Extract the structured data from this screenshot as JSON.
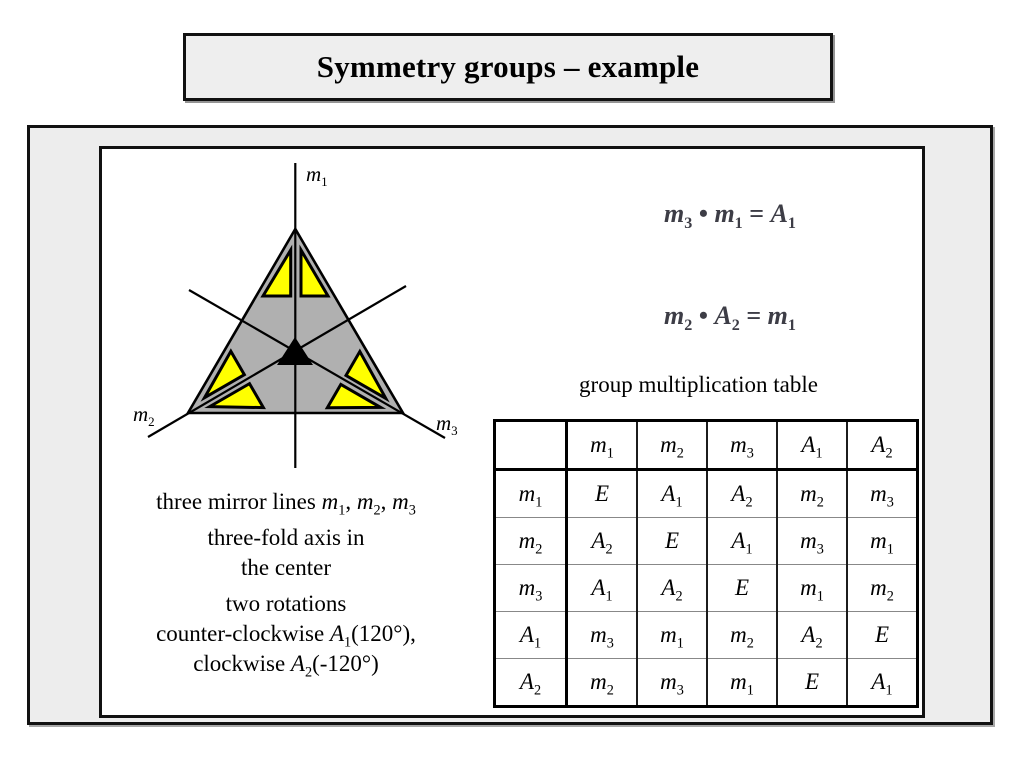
{
  "title": "Symmetry groups – example",
  "colors": {
    "panel_bg": "#ededed",
    "title_bg": "#eeeeee",
    "triangle_gray": "#b0b0b0",
    "motif_yellow": "#ffff00",
    "equation_ink": "#3d3d46",
    "border_ink": "#111111"
  },
  "diagram": {
    "labels": [
      "m_1",
      "m_2",
      "m_3"
    ]
  },
  "equations": [
    {
      "tokens": [
        {
          "m": "m_3"
        },
        {
          "t": " • "
        },
        {
          "m": "m_1"
        },
        {
          "t": " = "
        },
        {
          "m": "A_1"
        }
      ]
    },
    {
      "tokens": [
        {
          "m": "m_2"
        },
        {
          "t": " • "
        },
        {
          "m": "A_2"
        },
        {
          "t": " = "
        },
        {
          "m": "m_1"
        }
      ]
    }
  ],
  "table": {
    "caption": "group multiplication table",
    "col_headers": [
      "",
      "m_1",
      "m_2",
      "m_3",
      "A_1",
      "A_2"
    ],
    "rows": [
      {
        "h": "m_1",
        "cells": [
          "E",
          "A_1",
          "A_2",
          "m_2",
          "m_3"
        ]
      },
      {
        "h": "m_2",
        "cells": [
          "A_2",
          "E",
          "A_1",
          "m_3",
          "m_1"
        ]
      },
      {
        "h": "m_3",
        "cells": [
          "A_1",
          "A_2",
          "E",
          "m_1",
          "m_2"
        ]
      },
      {
        "h": "A_1",
        "cells": [
          "m_3",
          "m_1",
          "m_2",
          "A_2",
          "E"
        ]
      },
      {
        "h": "A_2",
        "cells": [
          "m_2",
          "m_3",
          "m_1",
          "E",
          "A_1"
        ]
      }
    ]
  },
  "notes": [
    {
      "tokens": [
        {
          "t": "three mirror lines "
        },
        {
          "m": "m_1"
        },
        {
          "t": ", "
        },
        {
          "m": "m_2"
        },
        {
          "t": ", "
        },
        {
          "m": "m_3"
        }
      ]
    },
    {
      "tokens": [
        {
          "t": "three-fold axis in"
        }
      ]
    },
    {
      "tokens": [
        {
          "t": "the center"
        }
      ]
    },
    {
      "tokens": [
        {
          "t": "two rotations"
        }
      ]
    },
    {
      "tokens": [
        {
          "t": "counter-clockwise "
        },
        {
          "m": "A_1"
        },
        {
          "t": "(120°),"
        }
      ]
    },
    {
      "tokens": [
        {
          "t": "clockwise "
        },
        {
          "m": "A_2"
        },
        {
          "t": "(-120°)"
        }
      ]
    }
  ]
}
